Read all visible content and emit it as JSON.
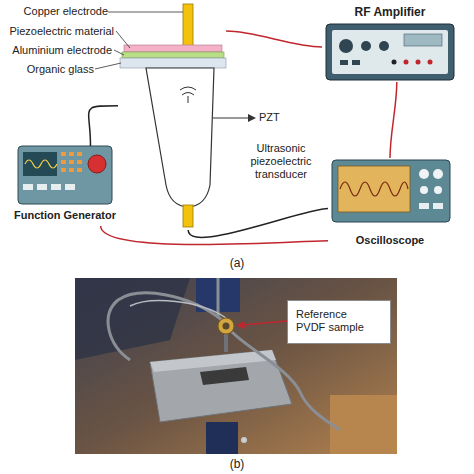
{
  "diagram": {
    "nodes": [
      {
        "text": [
          "RF Amplifier"
        ]
      },
      {
        "text": [
          "Ultrasonic piezoelectric transducer"
        ]
      },
      {
        "text": [
          "Function Generator"
        ]
      },
      {
        "text": [
          "Oscilloscope"
        ]
      },
      {
        "text": [
          "Reference PVDF sample"
        ]
      }
    ],
    "edges": [
      {
        "from": 0,
        "to": 1,
        "arrow": "none"
      },
      {
        "from": 2,
        "to": 1,
        "arrow": "none"
      },
      {
        "from": 1,
        "to": 3,
        "arrow": "none"
      },
      {
        "from": 2,
        "to": 3,
        "arrow": "none"
      },
      {
        "from": 0,
        "to": 3,
        "arrow": "none"
      }
    ],
    "labels": [
      "Copper electrode",
      "Piezoelectric material",
      "Aluminium electrode",
      "Organic glass",
      "PZT",
      "(a)",
      "(b)"
    ]
  }
}
